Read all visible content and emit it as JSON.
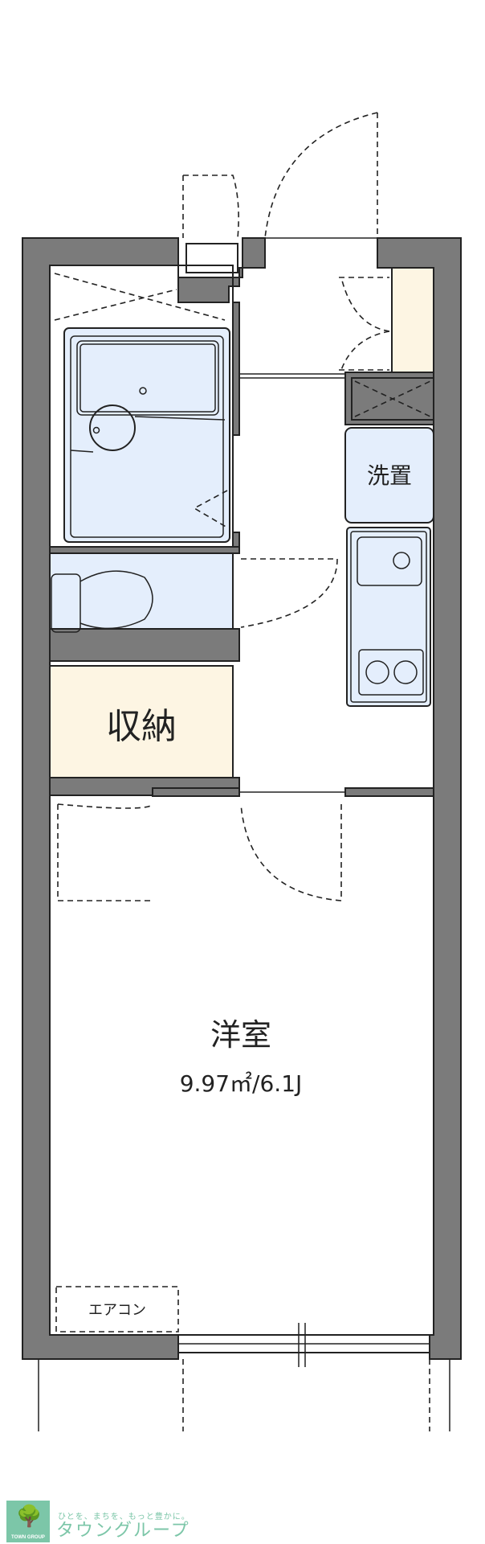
{
  "rooms": {
    "washroom_label": "洗置",
    "storage_label": "収納",
    "western_room_label": "洋室",
    "western_room_area": "9.97㎡/6.1J",
    "aircon_label": "エアコン"
  },
  "colors": {
    "wall": "#7b7b7b",
    "wet_area": "#e4eefc",
    "storage": "#fdf5e3",
    "brand": "#7cc6a8"
  },
  "logo": {
    "slogan": "ひとを、まちを、もっと豊かに。",
    "brand_name": "タウングループ",
    "brand_en": "TOWN GROUP",
    "icon": "tree-icon"
  }
}
